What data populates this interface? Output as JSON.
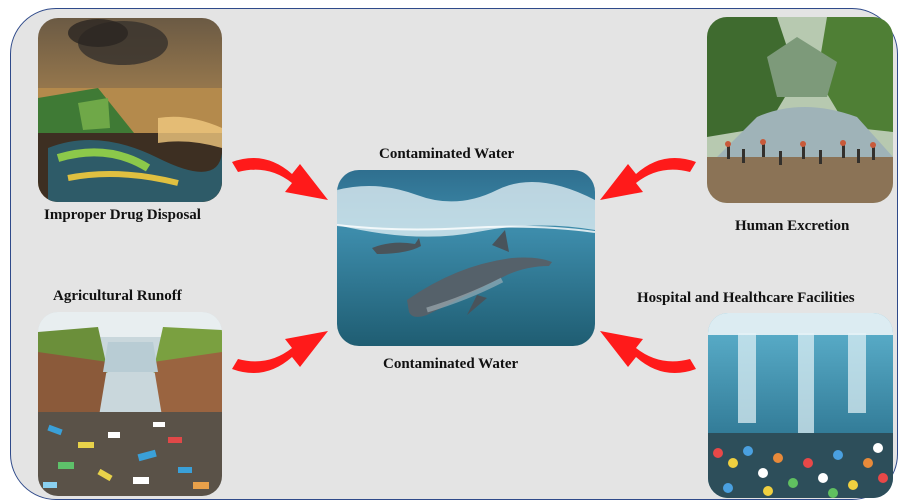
{
  "center": {
    "label_top": "Contaminated Water",
    "label_bottom": "Contaminated Water",
    "image_icon": "dolphin-underwater-icon"
  },
  "sources": [
    {
      "label": "Improper Drug Disposal",
      "image_icon": "polluted-landscape-icon"
    },
    {
      "label": "Human Excretion",
      "image_icon": "crowded-river-icon"
    },
    {
      "label": "Agricultural Runoff",
      "image_icon": "plastic-waste-canal-icon"
    },
    {
      "label": "Hospital and Healthcare Facilities",
      "image_icon": "pills-in-water-icon"
    }
  ],
  "colors": {
    "arrow": "#ff1a1a",
    "frame_border": "#2f4a8a",
    "frame_fill": "#e4e4e4"
  }
}
